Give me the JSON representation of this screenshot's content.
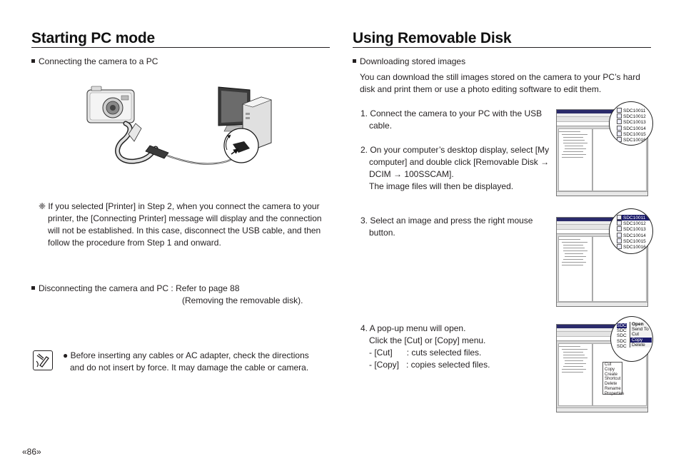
{
  "left": {
    "title": "Starting PC mode",
    "connect_heading": "Connecting the camera to a PC",
    "printer_note": "❈ If you selected [Printer] in Step 2, when you connect the camera to your printer, the [Connecting Printer] message will display and the connection will not be established. In this case, disconnect the USB cable, and then follow the procedure from Step 1 and onward.",
    "disconnect_heading": "Disconnecting the camera and PC : Refer to page 88",
    "disconnect_ref": "(Removing the removable disk).",
    "caution": "● Before inserting any cables or AC adapter, check the directions and do not insert by force. It may damage the cable or camera.",
    "page_number": "«86»"
  },
  "right": {
    "title": "Using Removable Disk",
    "download_heading": "Downloading stored images",
    "intro": "You can download the still images stored on the camera to your PC’s hard disk and print them or use a photo editing software to edit them.",
    "step1": "1. Connect the camera to your PC with the USB cable.",
    "step2_a": "2. On your computer’s desktop display, select [My computer] and double click [Removable Disk → DCIM → 100SSCAM].",
    "step2_b": "The image files will then be displayed.",
    "step3": "3. Select an image and press the right mouse button.",
    "step4_a": "4. A pop-up menu will open.",
    "step4_b": "Click the [Cut] or [Copy] menu.",
    "step4_cut": "- [Cut]      : cuts selected files.",
    "step4_copy": "- [Copy]   : copies selected files.",
    "files": [
      "SDC10011",
      "SDC10012",
      "SDC10013",
      "SDC10014",
      "SDC10015",
      "SDC10016"
    ],
    "popup_items": [
      "Open",
      "Send To",
      "Cut",
      "Copy",
      "Delete"
    ],
    "small_popup_items": [
      "Cut",
      "Copy",
      "Create Shortcut",
      "Delete",
      "Rename",
      "Properties"
    ]
  }
}
